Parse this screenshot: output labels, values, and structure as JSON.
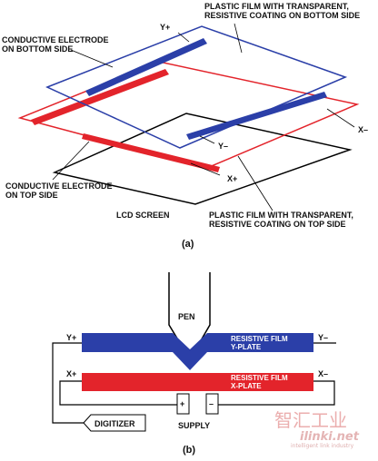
{
  "part_a": {
    "labels": {
      "plastic_film_bottom_line1": "PLASTIC FILM WITH TRANSPARENT,",
      "plastic_film_bottom_line2": "RESISTIVE COATING ON BOTTOM SIDE",
      "conductive_bottom_line1": "CONDUCTIVE ELECTRODE",
      "conductive_bottom_line2": "ON BOTTOM SIDE",
      "y_plus": "Y+",
      "y_minus": "Y–",
      "x_plus": "X+",
      "x_minus": "X–",
      "conductive_top_line1": "CONDUCTIVE ELECTRODE",
      "conductive_top_line2": "ON TOP SIDE",
      "lcd_screen": "LCD SCREEN",
      "plastic_film_top_line1": "PLASTIC FILM WITH TRANSPARENT,",
      "plastic_film_top_line2": "RESISTIVE COATING ON TOP SIDE"
    },
    "caption": "(a)"
  },
  "part_b": {
    "labels": {
      "pen": "PEN",
      "y_plus": "Y+",
      "y_minus": "Y–",
      "x_plus": "X+",
      "x_minus": "X–",
      "y_plate_line1": "RESISTIVE FILM",
      "y_plate_line2": "Y-PLATE",
      "x_plate_line1": "RESISTIVE FILM",
      "x_plate_line2": "X-PLATE",
      "supply_plus": "+",
      "supply_minus": "–",
      "supply": "SUPPLY",
      "digitizer": "DIGITIZER"
    },
    "caption": "(b)"
  },
  "watermark": {
    "chinese": "智汇工业",
    "site": "ilinki.net",
    "tagline": "intelligent link industry"
  },
  "colors": {
    "blue": "#2b3fa8",
    "red": "#e3242b",
    "black": "#000000",
    "watermark": "#e8a0a0"
  }
}
